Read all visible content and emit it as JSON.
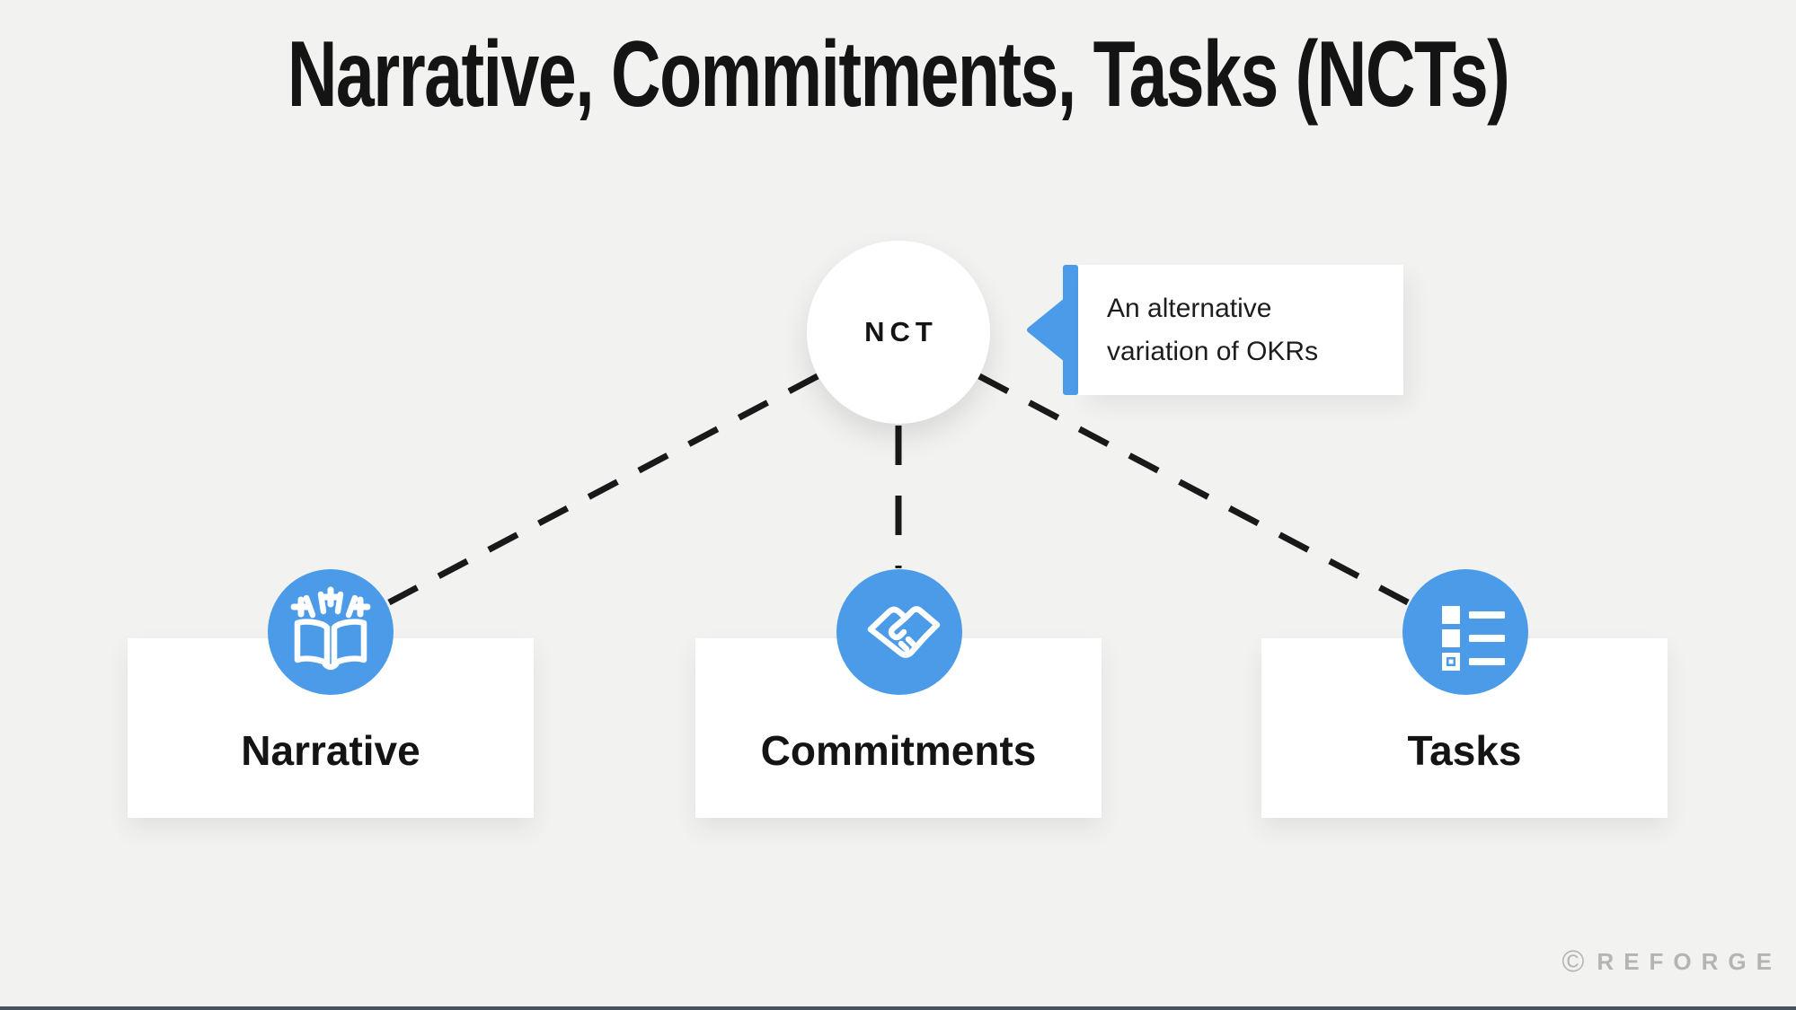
{
  "theme": {
    "background": "#f2f2f1",
    "surface": "#ffffff",
    "accent": "#4b9be9",
    "ink": "#141414",
    "connector": "#191919",
    "logo_gray": "#b4b4b4",
    "footer_bar": "#46545e"
  },
  "header": {
    "title": "Narrative, Commitments, Tasks (NCTs)"
  },
  "root_node": {
    "label": "NCT"
  },
  "callout": {
    "lines": [
      "An alternative",
      "variation of OKRs"
    ],
    "pointer_icon": "left-arrow-pointer-icon"
  },
  "nodes": [
    {
      "label": "Narrative",
      "icon": "book-sparkles-icon"
    },
    {
      "label": "Commitments",
      "icon": "handshake-icon"
    },
    {
      "label": "Tasks",
      "icon": "task-list-icon"
    }
  ],
  "footer": {
    "copyright_symbol": "©",
    "brand": "REFORGE"
  }
}
